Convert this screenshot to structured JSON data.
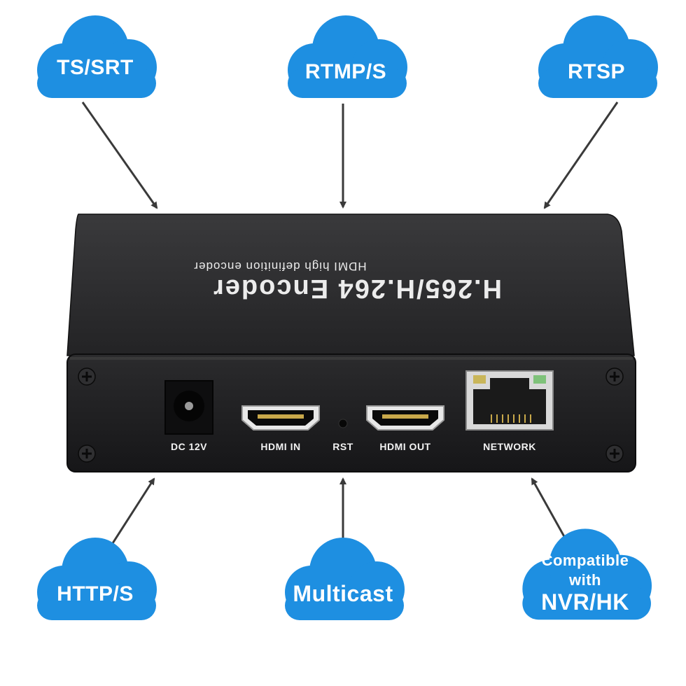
{
  "clouds": {
    "ts_srt": "TS/SRT",
    "rtmp_s": "RTMP/S",
    "rtsp": "RTSP",
    "http_s": "HTTP/S",
    "multicast": "Multicast",
    "nvr_line1": "Compatible",
    "nvr_line2": "with",
    "nvr_line3": "NVR/HK"
  },
  "device": {
    "title": "H.265/H.264 Encoder",
    "subtitle": "HDMI high definition encoder",
    "ports": {
      "dc": "DC 12V",
      "hdmi_in": "HDMI IN",
      "rst": "RST",
      "hdmi_out": "HDMI OUT",
      "network": "NETWORK"
    }
  },
  "colors": {
    "cloud": "#1e8fe1",
    "arrow": "#3a3a3a",
    "device_top": "#2a2a2c",
    "device_face": "#1b1b1d"
  }
}
